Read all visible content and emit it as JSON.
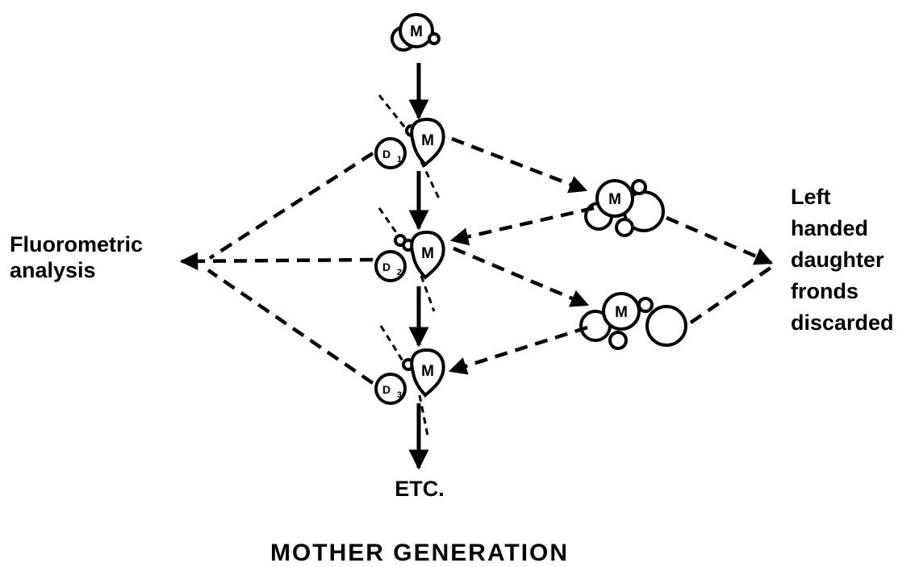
{
  "labels": {
    "left": [
      "Fluorometric",
      "analysis"
    ],
    "right": [
      "Left",
      "handed",
      "daughter",
      "fronds",
      "discarded"
    ],
    "bottom_etc": "ETC.",
    "caption": "MOTHER GENERATION"
  },
  "cells": {
    "mother": "M",
    "daughters": [
      {
        "letter": "D",
        "sub": "1"
      },
      {
        "letter": "D",
        "sub": "2"
      },
      {
        "letter": "D",
        "sub": "3"
      }
    ]
  }
}
